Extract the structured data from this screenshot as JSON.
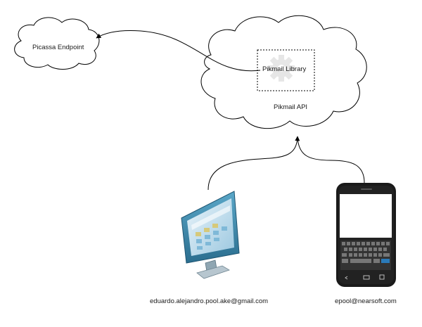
{
  "diagram": {
    "picassa_label": "Picassa Endpoint",
    "library_label": "Pikmail Library",
    "api_label": "Pikmail API",
    "desktop_user_email": "eduardo.alejandro.pool.ake@gmail.com",
    "mobile_user_email": "epool@nearsoft.com"
  },
  "icons": {
    "desktop": "desktop-monitor-icon",
    "phone": "android-phone-icon",
    "library": "gear-icon"
  }
}
